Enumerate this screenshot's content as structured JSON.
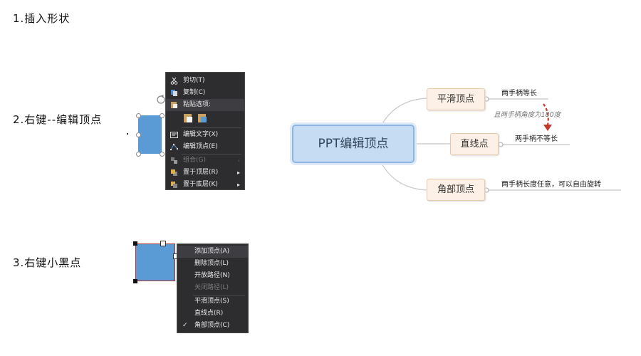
{
  "steps": {
    "step1": "1.插入形状",
    "step2": "2.右键--编辑顶点",
    "step3": "3.右键小黑点"
  },
  "menu1": {
    "items": [
      {
        "label": "剪切(T)",
        "icon": "scissors-icon"
      },
      {
        "label": "复制(C)",
        "icon": "copy-icon"
      },
      {
        "label": "粘贴选项:",
        "icon": "paste-icon"
      },
      {
        "label": "编辑文字(X)",
        "icon": "text-edit-icon"
      },
      {
        "label": "编辑顶点(E)",
        "icon": "edit-points-icon"
      },
      {
        "label": "组合(G)",
        "icon": "group-icon",
        "disabled": true
      },
      {
        "label": "置于顶层(R)",
        "icon": "bring-front-icon"
      },
      {
        "label": "置于底层(K)",
        "icon": "send-back-icon"
      }
    ]
  },
  "menu2": {
    "items": [
      {
        "label": "添加顶点(A)"
      },
      {
        "label": "删除顶点(L)"
      },
      {
        "label": "开放路径(N)"
      },
      {
        "label": "关闭路径(L)",
        "disabled": true
      },
      {
        "label": "平滑顶点(S)"
      },
      {
        "label": "直线点(R)"
      },
      {
        "label": "角部顶点(C)",
        "checked": true
      }
    ]
  },
  "mindmap": {
    "center": "PPT编辑顶点",
    "branches": {
      "smooth": {
        "label": "平滑顶点",
        "leaf": "两手柄等长",
        "note": "且两手柄角度为180度"
      },
      "straight": {
        "label": "直线点",
        "leaf": "两手柄不等长"
      },
      "corner": {
        "label": "角部顶点",
        "leaf": "两手柄长度任意，可以自由旋转"
      }
    }
  },
  "colors": {
    "shape_blue": "#5b9bd5",
    "menu_bg": "#2d2d30",
    "center_node": "#c5dcf3",
    "branch_node": "#fdf0e6",
    "accent_red": "#c0392b"
  }
}
